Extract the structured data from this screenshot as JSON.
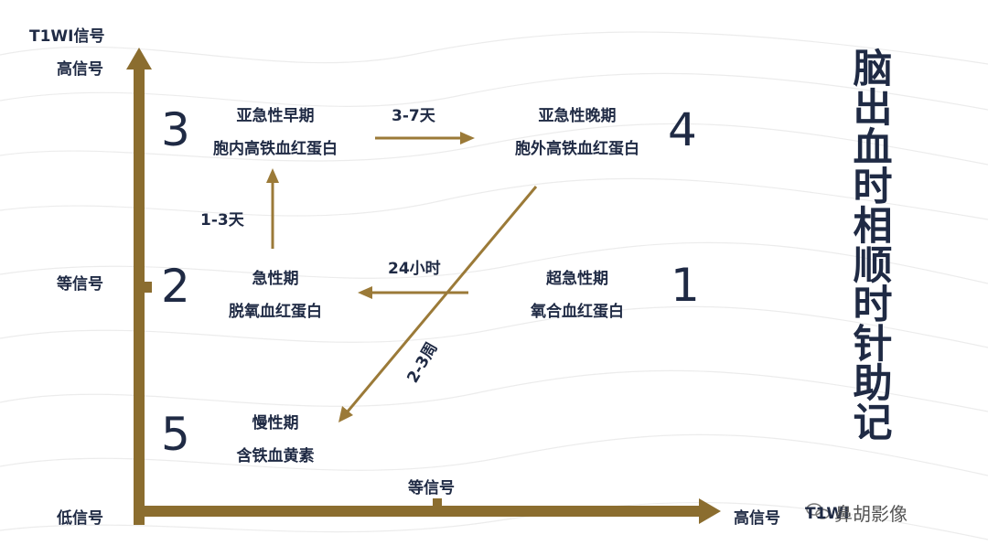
{
  "title": "脑出血时相顺时针助记",
  "axis": {
    "y_title": "T1WI信号",
    "y_high": "高信号",
    "y_mid": "等信号",
    "y_low": "低信号",
    "x_mid": "等信号",
    "x_high": "高信号",
    "x_title_partial": "T1WI"
  },
  "stages": [
    {
      "num": "1",
      "name": "超急性期",
      "substance": "氧合血红蛋白"
    },
    {
      "num": "2",
      "name": "急性期",
      "substance": "脱氧血红蛋白"
    },
    {
      "num": "3",
      "name": "亚急性早期",
      "substance": "胞内高铁血红蛋白"
    },
    {
      "num": "4",
      "name": "亚急性晚期",
      "substance": "胞外高铁血红蛋白"
    },
    {
      "num": "5",
      "name": "慢性期",
      "substance": "含铁血黄素"
    }
  ],
  "transitions": {
    "t12": "24小时",
    "t23": "1-3天",
    "t34": "3-7天",
    "t45": "2-3周"
  },
  "watermark": "鼻胡影像",
  "colors": {
    "axis": "#8b6d2f",
    "arrow": "#9b7a38",
    "text": "#1f2a44"
  }
}
